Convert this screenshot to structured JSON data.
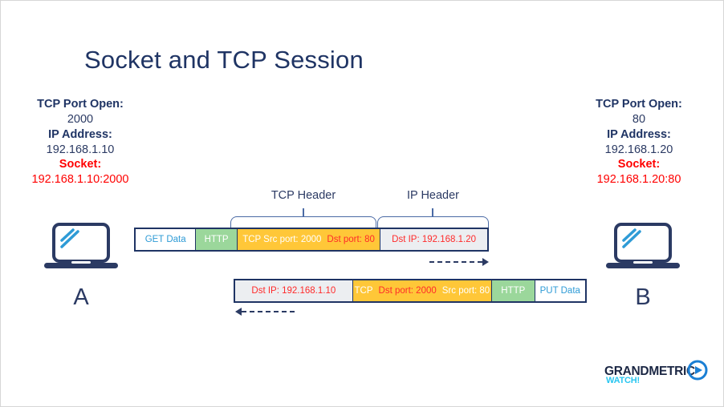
{
  "slide": {
    "title": "Socket and TCP Session",
    "background": "#ffffff",
    "accent_navy": "#1f3464",
    "accent_red": "#ff0000",
    "accent_blue": "#2e9bd6"
  },
  "hosts": {
    "a": {
      "port_label": "TCP Port Open:",
      "port_value": "2000",
      "ip_label": "IP Address:",
      "ip_value": "192.168.1.10",
      "socket_label": "Socket:",
      "socket_value": "192.168.1.10:2000",
      "device_letter": "A",
      "device_icon": "laptop-icon"
    },
    "b": {
      "port_label": "TCP Port Open:",
      "port_value": "80",
      "ip_label": "IP Address:",
      "ip_value": "192.168.1.20",
      "socket_label": "Socket:",
      "socket_value": "192.168.1.20:80",
      "device_letter": "B",
      "device_icon": "laptop-icon"
    }
  },
  "header_labels": {
    "tcp": "TCP Header",
    "ip": "IP Header"
  },
  "packet_a_to_b": {
    "direction": "right",
    "segments": [
      {
        "name": "data",
        "text": "GET Data",
        "fill": "#ffffff",
        "color": "#2e9bd6",
        "width": 76
      },
      {
        "name": "http",
        "text": "HTTP",
        "fill": "#9bd79b",
        "color": "#ffffff",
        "width": 52
      },
      {
        "name": "tcp",
        "text_white": "TCP Src port: 2000",
        "text_red": "Dst port: 80",
        "fill": "#ffc738",
        "width": 180
      },
      {
        "name": "ip",
        "text": "Dst IP: 192.168.1.20",
        "fill": "#eceef1",
        "color": "#ff2a2a",
        "width": 134
      }
    ]
  },
  "packet_b_to_a": {
    "direction": "left",
    "segments": [
      {
        "name": "ip",
        "text": "Dst IP: 192.168.1.10",
        "fill": "#eceef1",
        "color": "#ff2a2a",
        "width": 148
      },
      {
        "name": "tcp",
        "text_white_1": "TCP",
        "text_red": "Dst port: 2000",
        "text_white_2": "Src port: 80",
        "fill": "#ffc738",
        "width": 175
      },
      {
        "name": "http",
        "text": "HTTP",
        "fill": "#9bd79b",
        "color": "#ffffff",
        "width": 54
      },
      {
        "name": "data",
        "text": "PUT Data",
        "fill": "#ffffff",
        "color": "#2e9bd6",
        "width": 63
      }
    ]
  },
  "logo": {
    "brand": "GRANDMETRIC",
    "tagline": "WATCH!",
    "play_icon": "play-button-icon",
    "brand_color": "#1b2744",
    "tagline_color": "#29c6f0"
  }
}
